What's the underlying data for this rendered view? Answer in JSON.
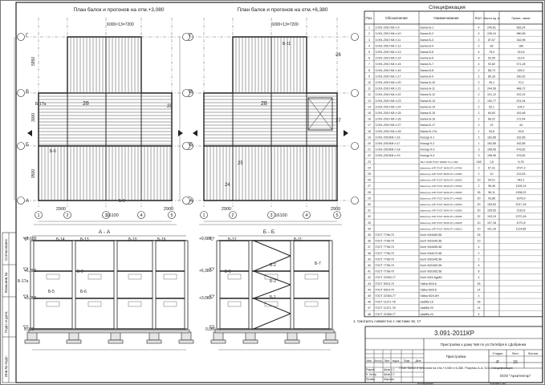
{
  "plans": [
    {
      "title": "План балок и прогонов на отм.+3,080"
    },
    {
      "title": "План балок и прогонов на отм.+6,380"
    }
  ],
  "plan_dims": {
    "bottom_left": "2900",
    "bottom_mid": "16100",
    "bottom_right": "2900",
    "top_label": "6000×13=7200",
    "left_1": "5950",
    "left_2": "3000",
    "left_3": "9500"
  },
  "axes_letters": [
    "Г",
    "В",
    "Б",
    "А"
  ],
  "axes_numbers": [
    "1",
    "2",
    "3",
    "4",
    "5"
  ],
  "plan_marks": [
    "26",
    "27",
    "28",
    "29",
    "25",
    "24",
    "Б-17а",
    "Б-6",
    "Б-5",
    "Б-11"
  ],
  "sections": [
    {
      "title": "А - А"
    },
    {
      "title": "Б - Б"
    }
  ],
  "section_marks": {
    "aa": [
      "+9,680",
      "+6,380",
      "+3,080",
      "0,000",
      "Б-14",
      "Б-13",
      "Б-10",
      "Б-16",
      "Б-9",
      "Б-17а",
      "Б-5",
      "Б-6"
    ],
    "bb": [
      "+9,680",
      "+6,380",
      "+3,080",
      "0,000",
      "Б-12",
      "Б-11",
      "Б-7",
      "Б-2",
      "Б-3",
      "Б-1",
      "Б-5"
    ]
  },
  "spec": {
    "title": "Спецификация",
    "headers": [
      "Поз.",
      "Обозначение",
      "Наименование",
      "Кол.",
      "Масса ед. кг",
      "Приме- чание"
    ],
    "rows": [
      [
        "1",
        "3.091-2010 КИ.л.9",
        "Балка Б-1",
        "4",
        "240,81",
        "963,24"
      ],
      [
        "2",
        "3.091-2010 КИ.л.10",
        "Балка Б-2",
        "4",
        "245,24",
        "980,96"
      ],
      [
        "3",
        "3.091-2010 КИ.л.11",
        "Балка Б-3",
        "2",
        "87,67",
        "162,96"
      ],
      [
        "4",
        "3.091-2010 КИ.л.12",
        "Балка Б-4",
        "2",
        "83",
        "166"
      ],
      [
        "5",
        "3.091-2010 КИ.л.13",
        "Балка Б-5",
        "4",
        "78,4",
        "313,6"
      ],
      [
        "6",
        "3.091-2010 КИ.л.14",
        "Балка Б-6",
        "4",
        "53,35",
        "213,4"
      ],
      [
        "7",
        "3.091-2010 КИ.л.15",
        "Балка Б-7",
        "4",
        "92,82",
        "371,28"
      ],
      [
        "8",
        "3.091-2010 КИ.л.16",
        "Балка Б-8",
        "2",
        "86,73",
        "169,2"
      ],
      [
        "9",
        "3.091-2010 КИ.л.17",
        "Балка Б-9",
        "2",
        "80,16",
        "160,32"
      ],
      [
        "10",
        "3.091-2010 КИ.л.20",
        "Балка Б-10",
        "2",
        "35,1",
        "70,2"
      ],
      [
        "11",
        "3.091-2010 КИ.л.21",
        "Балка Б-11",
        "2",
        "244,36",
        "488,72"
      ],
      [
        "12",
        "3.091-2010 КИ.л.22",
        "Балка Б-12",
        "2",
        "101,12",
        "202,24"
      ],
      [
        "13",
        "3.091-2010 КИ.л.23",
        "Балка Б-13",
        "2",
        "100,77",
        "201,54"
      ],
      [
        "14",
        "3.091-2010 КИ.л.24",
        "Балка Б-14",
        "2",
        "52,1",
        "104,2"
      ],
      [
        "15",
        "3.091-2010 КИ.л.25",
        "Балка Б-15",
        "2",
        "80,83",
        "161,66"
      ],
      [
        "16",
        "3.091-2010 КИ.л.26",
        "Балка Б-16",
        "2",
        "86,22",
        "172,44"
      ],
      [
        "17",
        "3.091-2010 КИ.л.27",
        "Балка Б-17",
        "2",
        "22",
        "44"
      ],
      [
        "18",
        "3.091-2010 КИ.л.28",
        "Балка Б-17а",
        "1",
        "93,8",
        "93,8"
      ],
      [
        "19",
        "3.091-2010КИ.л.16",
        "Косоур К-1",
        "2",
        "162,85",
        "162,85"
      ],
      [
        "20",
        "3.091-2010КИ.л.17",
        "Косоур К-2",
        "1",
        "162,85",
        "162,85"
      ],
      [
        "21",
        "3.091-2010КИ.л.18",
        "Косоур К-3",
        "3",
        "158,96",
        "476,82"
      ],
      [
        "22",
        "3.091-2010КИ.л.19",
        "Косоур К-4",
        "3",
        "158,96",
        "476,82"
      ],
      [
        "23",
        "",
        "Лист 8×80 ГОСТ 19903-74 L=160",
        "148",
        "1,6",
        "6,76"
      ],
      [
        "24",
        "",
        "Швеллер 14П ГОСТ 8240-97 L=4780",
        "2",
        "67,31",
        "3737,3"
      ],
      [
        "25",
        "",
        "Швеллер 14П ГОСТ 8240-97 L=2380",
        "2",
        "10",
        "122,63"
      ],
      [
        "26",
        "",
        "Швеллер 14П ГОСТ 8240-97 L=6500",
        "10",
        "94,21",
        "942,1"
      ],
      [
        "27",
        "",
        "Швеллер 14П ГОСТ 8240-97 L=5200",
        "2",
        "96,46",
        "1105,14"
      ],
      [
        "28",
        "",
        "Швеллер 14П ГОСТ 8240-97 L=6950",
        "26",
        "96,11",
        "1938,22"
      ],
      [
        "29",
        "",
        "Швеллер 14П ГОСТ 8240-97 L=4980",
        "20",
        "93,86",
        "1876,9"
      ],
      [
        "30",
        "",
        "Швеллер 14П ГОСТ 8240-97 L=6500",
        "20",
        "105,53",
        "2017,16"
      ],
      [
        "31",
        "",
        "Швеллер 14П ГОСТ 8240-97 L=2980",
        "20",
        "105,53",
        "2110,6"
      ],
      [
        "32",
        "",
        "Швеллер 14П ГОСТ 8240-97 L=6995",
        "22",
        "103,19",
        "2270,18"
      ],
      [
        "33",
        "",
        "Швеллер 14П ГОСТ 8240-97 L=6825",
        "10",
        "107,18",
        "1071,8"
      ],
      [
        "34",
        "",
        "Швеллер 14П ГОСТ 8240-97 L=6810",
        "10",
        "101,16",
        "1114,66"
      ],
      [
        "35",
        "ГОСТ 7798-70",
        "Болт М16х50.58",
        "26",
        "",
        ""
      ],
      [
        "36",
        "ГОСТ 7798-70",
        "Болт М16х45.58",
        "10",
        "",
        ""
      ],
      [
        "37",
        "ГОСТ 7798-70",
        "Болт М16х55.58",
        "4",
        "",
        ""
      ],
      [
        "38",
        "ГОСТ 7798-70",
        "Болт М16х70.58",
        "2",
        "",
        ""
      ],
      [
        "39",
        "ГОСТ 7798-70",
        "Болт М20х45.58",
        "2",
        "",
        ""
      ],
      [
        "40",
        "ГОСТ 7798-70",
        "Болт М20х50.58",
        "4",
        "",
        ""
      ],
      [
        "41",
        "ГОСТ 7798-70",
        "Болт М20х55.58",
        "8",
        "",
        ""
      ],
      [
        "42",
        "ГОСТ 22353-77",
        "Болт М24-6gх80",
        "4",
        "",
        ""
      ],
      [
        "43",
        "ГОСТ 5915-70",
        "Гайка М16.6",
        "28",
        "",
        ""
      ],
      [
        "44",
        "ГОСТ 5915-70",
        "Гайка М20.6",
        "14",
        "",
        ""
      ],
      [
        "45",
        "ГОСТ 22354-77",
        "Гайка М24-6Н",
        "4",
        "",
        ""
      ],
      [
        "46",
        "ГОСТ 11371-78",
        "Шайба 16",
        "28",
        "",
        ""
      ],
      [
        "47",
        "ГОСТ 11371-78",
        "Шайба 20",
        "14",
        "",
        ""
      ],
      [
        "48",
        "ГОСТ 22355-77",
        "Шайба 24",
        "4",
        "",
        ""
      ]
    ]
  },
  "note": "1. Смотреть совместно с листами 16, 17",
  "stamp": {
    "code": "3.091-2011КР",
    "project": "Пристройка к дому №9 по ул.Октября в г.Добрянка",
    "building": "Пристройка",
    "sheet_title": "План балок и прогонов на отм.+3,080 и 6,380. Разрезы А-А, Б-Б. Спецификация",
    "org": "ООО \"Архитектор\"",
    "stage_label": "Стадия",
    "sheet_label": "Лист",
    "sheets_label": "Листов",
    "stage": "Р",
    "sheet": "15",
    "sheets": "",
    "col_headers": [
      "Изм.",
      "Кол.уч",
      "Лист",
      "№док",
      "Подп.",
      "Дата"
    ],
    "roles": [
      "Разраб.",
      "Н. Контр.",
      "Провер."
    ],
    "names": [
      "Шаль С.Г.",
      "Шаль С.Г.",
      "Морозов"
    ],
    "footer": "Копировал",
    "format": "Формат А2"
  },
  "side_stamp": [
    "Инв.№ подл.",
    "Подп. и дата",
    "Взам.инв.№",
    "Согласовано"
  ]
}
